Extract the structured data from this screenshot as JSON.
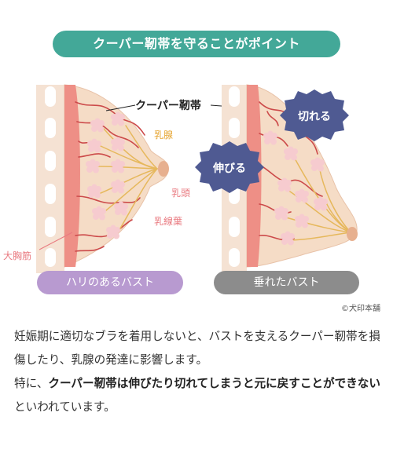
{
  "banner": {
    "text": "クーパー靭帯を守ることがポイント"
  },
  "diagram": {
    "labels": {
      "cooper": "クーパー靭帯",
      "mammary_gland": "乳腺",
      "nipple": "乳頭",
      "lobule": "乳線葉",
      "pectoral": "大胸筋",
      "torn": "切れる",
      "stretched": "伸びる"
    },
    "colors": {
      "banner": "#43a898",
      "skin": "#f5dcc6",
      "muscle": "#ee8f86",
      "ligament": "#cc4a4a",
      "gland": "#e6b85c",
      "lobule": "#f6cbcf",
      "burst": "#4f5a92",
      "label_gland": "#e6a531",
      "label_pink": "#e97a80",
      "left_pill": "#b89ad0",
      "right_pill": "#8c8c8c"
    }
  },
  "captions": {
    "left": "ハリのあるバスト",
    "right": "垂れたバスト"
  },
  "copyright": "©犬印本舗",
  "body": {
    "p1": "妊娠期に適切なブラを着用しないと、バストを支えるクーパー靭帯を損傷したり、乳腺の発達に影響します。",
    "p2_prefix": "特に、",
    "p2_bold": "クーパー靭帯は伸びたり切れてしまうと元に戻すことができない",
    "p2_suffix": "といわれています。"
  }
}
